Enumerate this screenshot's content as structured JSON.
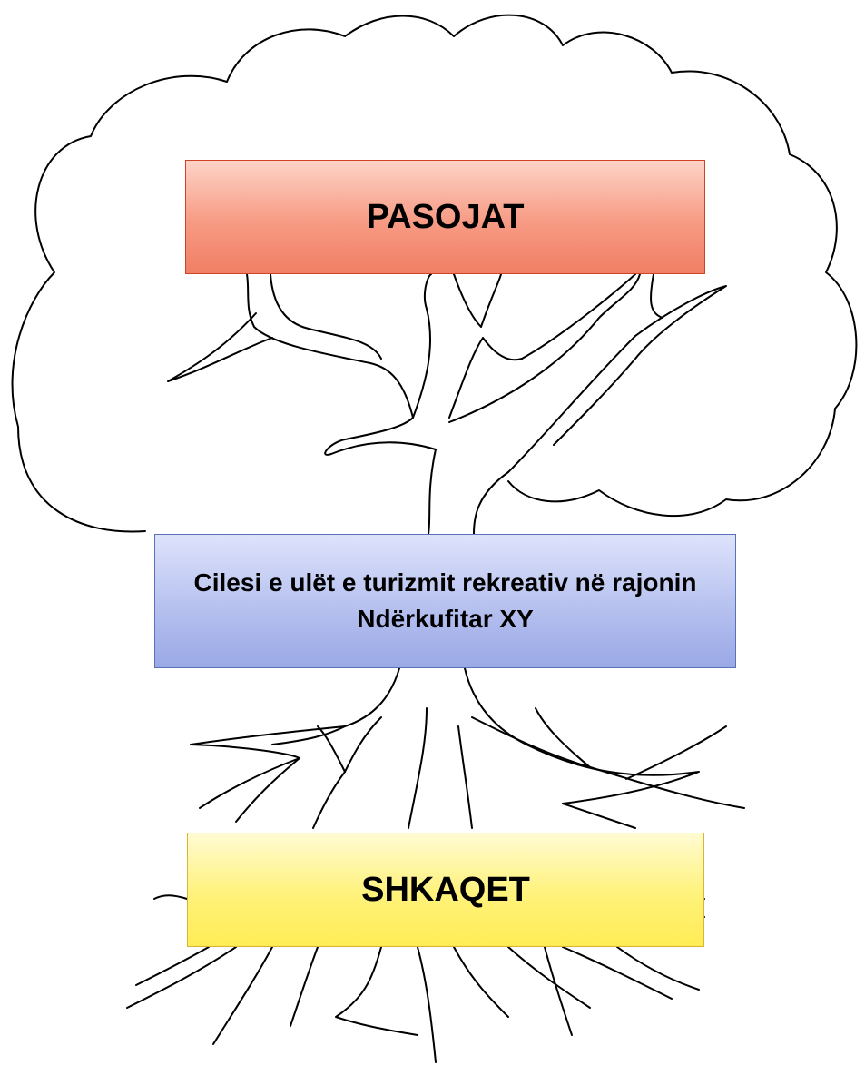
{
  "diagram": {
    "effects_label": "PASOJAT",
    "problem_label": "Cilesi e ulët e turizmit rekreativ në rajonin Ndërkufitar XY",
    "causes_label": "SHKAQET"
  },
  "colors": {
    "effects_fill": "#f79a83",
    "problem_fill": "#b6c1ef",
    "causes_fill": "#fff27a",
    "outline": "#000000"
  }
}
